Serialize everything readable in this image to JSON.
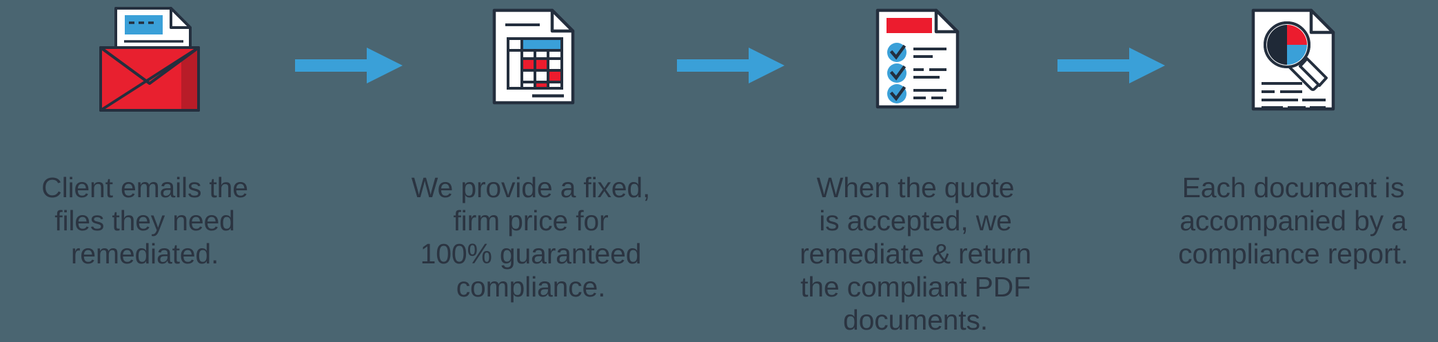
{
  "theme": {
    "background": "#4A6571",
    "text_color": "#2B3441",
    "accent_blue": "#3AA0D8",
    "accent_red": "#EC1C2E",
    "outline": "#242F3E",
    "paper": "#FFFFFF"
  },
  "steps": [
    {
      "icon_name": "email-envelope-with-letter-icon",
      "caption": "Client emails the\nfiles they need\nremediated."
    },
    {
      "icon_name": "document-with-spreadsheet-icon",
      "caption": "We provide a fixed,\nfirm price for\n100% guaranteed\ncompliance."
    },
    {
      "icon_name": "document-with-checklist-icon",
      "caption": "When the quote\nis accepted, we\nremediate & return\nthe compliant PDF\ndocuments."
    },
    {
      "icon_name": "document-with-pie-chart-magnifier-icon",
      "caption": "Each document is\naccompanied by a\ncompliance report."
    }
  ],
  "arrows": [
    {
      "name": "arrow-step-1-to-2",
      "direction": "right"
    },
    {
      "name": "arrow-step-2-to-3",
      "direction": "right"
    },
    {
      "name": "arrow-step-3-to-4",
      "direction": "right"
    }
  ]
}
